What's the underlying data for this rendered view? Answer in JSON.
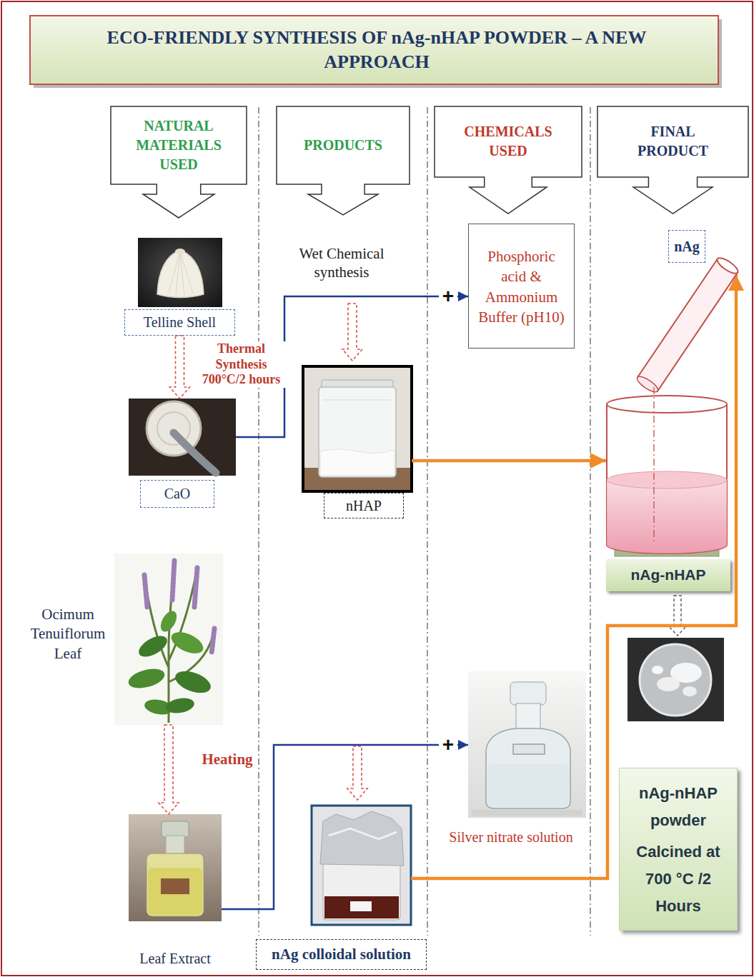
{
  "diagram": {
    "title": "ECO-FRIENDLY SYNTHESIS OF nAg-nHAP POWDER – A NEW APPROACH",
    "nodes": [
      {
        "text": [
          "NATURAL MATERIALS USED"
        ]
      },
      {
        "text": [
          "PRODUCTS"
        ]
      },
      {
        "text": [
          "CHEMICALS USED"
        ]
      },
      {
        "text": [
          "FINAL PRODUCT"
        ]
      },
      {
        "text": [
          "Telline Shell"
        ]
      },
      {
        "text": [
          "CaO"
        ]
      },
      {
        "text": [
          "nHAP"
        ]
      },
      {
        "text": [
          "Phosphoric acid & Ammonium Buffer (pH10)"
        ]
      },
      {
        "text": [
          "nAg"
        ]
      },
      {
        "text": [
          "nAg-nHAP"
        ]
      },
      {
        "text": [
          "Ocimum Tenuiflorum Leaf"
        ]
      },
      {
        "text": [
          "Silver nitrate solution"
        ]
      },
      {
        "text": [
          "nAg-nHAP powder",
          "Calcined at 700 °C /2 Hours"
        ]
      },
      {
        "text": [
          "Leaf Extract"
        ]
      },
      {
        "text": [
          "nAg colloidal solution"
        ]
      }
    ],
    "edges": [
      {
        "from": 4,
        "to": 5,
        "arrow": "to",
        "label": "Thermal Synthesis 700°C/2 hours"
      },
      {
        "from": 5,
        "to": 7,
        "arrow": "to"
      },
      {
        "from": 6,
        "to": 9,
        "arrow": "to"
      },
      {
        "from": 10,
        "to": 13,
        "arrow": "to",
        "label": "Heating"
      },
      {
        "from": 13,
        "to": 11,
        "arrow": "to"
      },
      {
        "from": 14,
        "to": 8,
        "arrow": "to"
      }
    ],
    "labels": [
      "Wet Chemical synthesis",
      "+",
      "+"
    ]
  }
}
